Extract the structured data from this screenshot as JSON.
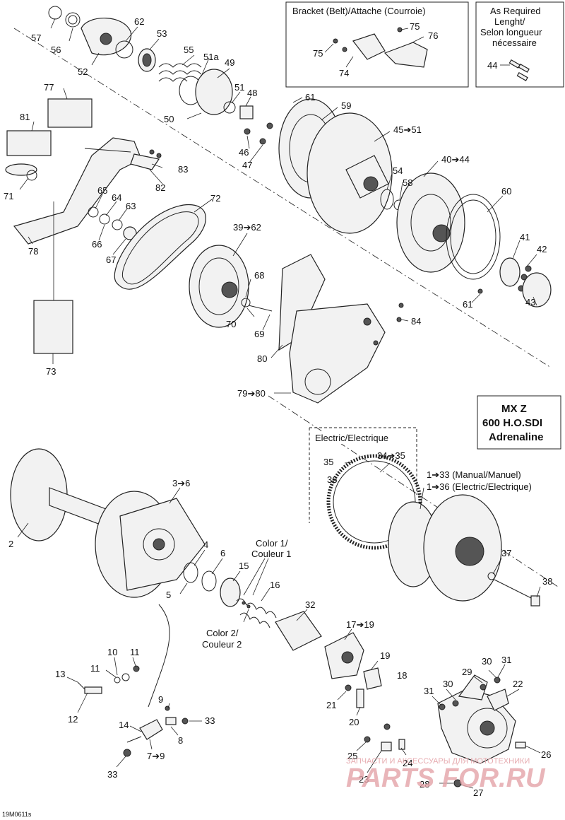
{
  "diagram": {
    "boxes": {
      "bracket": "Bracket (Belt)/Attache (Courroie)",
      "required": [
        "As Required",
        "Lenght/",
        "Selon longueur",
        "nécessaire"
      ],
      "electric": "Electric/Electrique",
      "model": [
        "MX Z",
        "600 H.O.SDI",
        "Adrenaline"
      ]
    },
    "callouts": {
      "p57": "57",
      "p56": "56",
      "p52": "52",
      "p62": "62",
      "p53": "53",
      "p55": "55",
      "p51a": "51a",
      "p49": "49",
      "p51": "51",
      "p48": "48",
      "p50": "50",
      "p46": "46",
      "p47": "47",
      "p61a": "61",
      "p59": "59",
      "p45_51": "45➔51",
      "p40_44": "40➔44",
      "p54": "54",
      "p58": "58",
      "p60": "60",
      "p41": "41",
      "p42": "42",
      "p43": "43",
      "p61b": "61",
      "p75a": "75",
      "p76": "76",
      "p75b": "75",
      "p74": "74",
      "p44": "44",
      "p77": "77",
      "p81": "81",
      "p83": "83",
      "p82": "82",
      "p71": "71",
      "p65": "65",
      "p64": "64",
      "p63": "63",
      "p66": "66",
      "p67": "67",
      "p78": "78",
      "p72": "72",
      "p39_62": "39➔62",
      "p68": "68",
      "p70": "70",
      "p69": "69",
      "p84": "84",
      "p80": "80",
      "p79_80": "79➔80",
      "p73": "73",
      "p3_6": "3➔6",
      "p2": "2",
      "p4": "4",
      "p6": "6",
      "p15": "15",
      "p5": "5",
      "p16": "16",
      "color1": [
        "Color 1/",
        "Couleur 1"
      ],
      "color2": [
        "Color 2/",
        "Couleur 2"
      ],
      "p32": "32",
      "p17_19": "17➔19",
      "p19": "19",
      "p18": "18",
      "p21": "21",
      "p20": "20",
      "p35": "35",
      "p34_35": "34➔35",
      "p36": "36",
      "p1_33m": "1➔33 (Manual/Manuel)",
      "p1_36e": "1➔36 (Electric/Electrique)",
      "p37": "37",
      "p38": "38",
      "p29": "29",
      "p30a": "30",
      "p31a": "31",
      "p22": "22",
      "p31b": "31",
      "p30b": "30",
      "p25": "25",
      "p23": "23",
      "p24": "24",
      "p26": "26",
      "p28": "28",
      "p27": "27",
      "p10": "10",
      "p11a": "11",
      "p11b": "11",
      "p13": "13",
      "p12": "12",
      "p9": "9",
      "p33a": "33",
      "p14": "14",
      "p8": "8",
      "p7_9": "7➔9",
      "p33b": "33"
    },
    "watermark": {
      "brand": "PARTS FOR.RU",
      "sub": "ЗАПЧАСТИ И АКСЕССУАРЫ ДЛЯ МОТОТЕХНИКИ"
    },
    "figure_code": "19M0611s"
  }
}
